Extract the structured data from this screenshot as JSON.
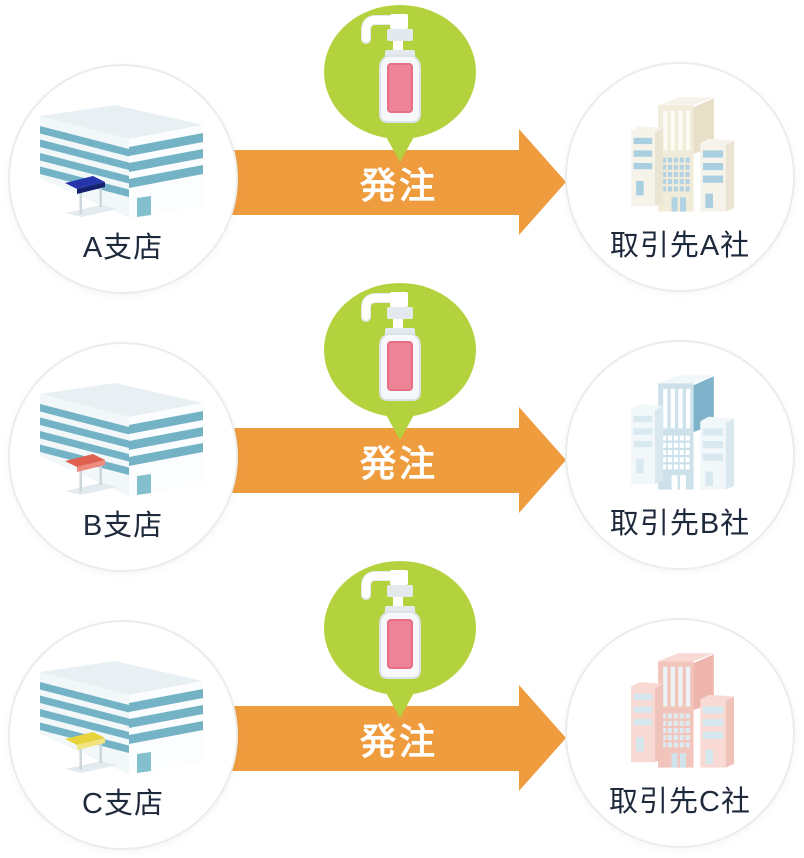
{
  "diagram": {
    "shared": {
      "arrow_color": "#ee9c3e",
      "bubble_color": "#b4d23e",
      "label_color": "#1e2a3c",
      "circle_border": "#ececea",
      "bottle_body": "#f6f8f9",
      "bottle_edge": "#dce3e8",
      "bottle_label": "#ee8297",
      "bottle_label_edge": "#e76f86",
      "pump": "#ffffff",
      "pump_shade": "#e4e9ed",
      "b_face_left": "#f2f7f9",
      "b_face_right": "#fbfdfe",
      "b_stripe": "#74b3c6",
      "b_door": "#84bfce",
      "b_roof": "#e9f0f4",
      "b_shadow": "#e3ebef",
      "b_leg": "#ccd6db"
    },
    "rows": [
      {
        "source": {
          "label": "A支店",
          "icon": "branch-building-icon"
        },
        "bubble": {
          "icon": "sanitizer-pump-bottle-icon"
        },
        "arrow": {
          "label": "発注"
        },
        "target": {
          "label": "取引先A社",
          "icon": "partner-building-icon"
        },
        "colors": {
          "canopy_top": "#2535ac",
          "canopy_front": "#15206f",
          "center_wall": "#f1ecd9",
          "center_side": "#e7dfc7",
          "tower_wall": "#f6f4ea",
          "tower_side": "#eae5d2",
          "band": "#a9cfe1",
          "grid": "#b2d3e3",
          "slit": "#fbfaf3",
          "door": "#b2d3e3"
        }
      },
      {
        "source": {
          "label": "B支店",
          "icon": "branch-building-icon"
        },
        "bubble": {
          "icon": "sanitizer-pump-bottle-icon"
        },
        "arrow": {
          "label": "発注"
        },
        "target": {
          "label": "取引先B社",
          "icon": "partner-building-icon"
        },
        "colors": {
          "canopy_top": "#e0604f",
          "canopy_front": "#ef8b7d",
          "center_wall": "#cde1eb",
          "center_side": "#7fb2cb",
          "tower_wall": "#f2f7f9",
          "tower_side": "#d9e8ef",
          "band": "#d8e9f0",
          "grid": "#ffffff",
          "slit": "#ffffff",
          "door": "#ffffff"
        }
      },
      {
        "source": {
          "label": "C支店",
          "icon": "branch-building-icon"
        },
        "bubble": {
          "icon": "sanitizer-pump-bottle-icon"
        },
        "arrow": {
          "label": "発注"
        },
        "target": {
          "label": "取引先C社",
          "icon": "partner-building-icon"
        },
        "colors": {
          "canopy_top": "#e7d33a",
          "canopy_front": "#f2e47f",
          "center_wall": "#f2c5bc",
          "center_side": "#edb5ab",
          "tower_wall": "#f8d9d3",
          "tower_side": "#f0c3ba",
          "band": "#d6e8ef",
          "grid": "#dcebf2",
          "slit": "#ecf4f8",
          "door": "#cfe3ed"
        }
      }
    ]
  }
}
